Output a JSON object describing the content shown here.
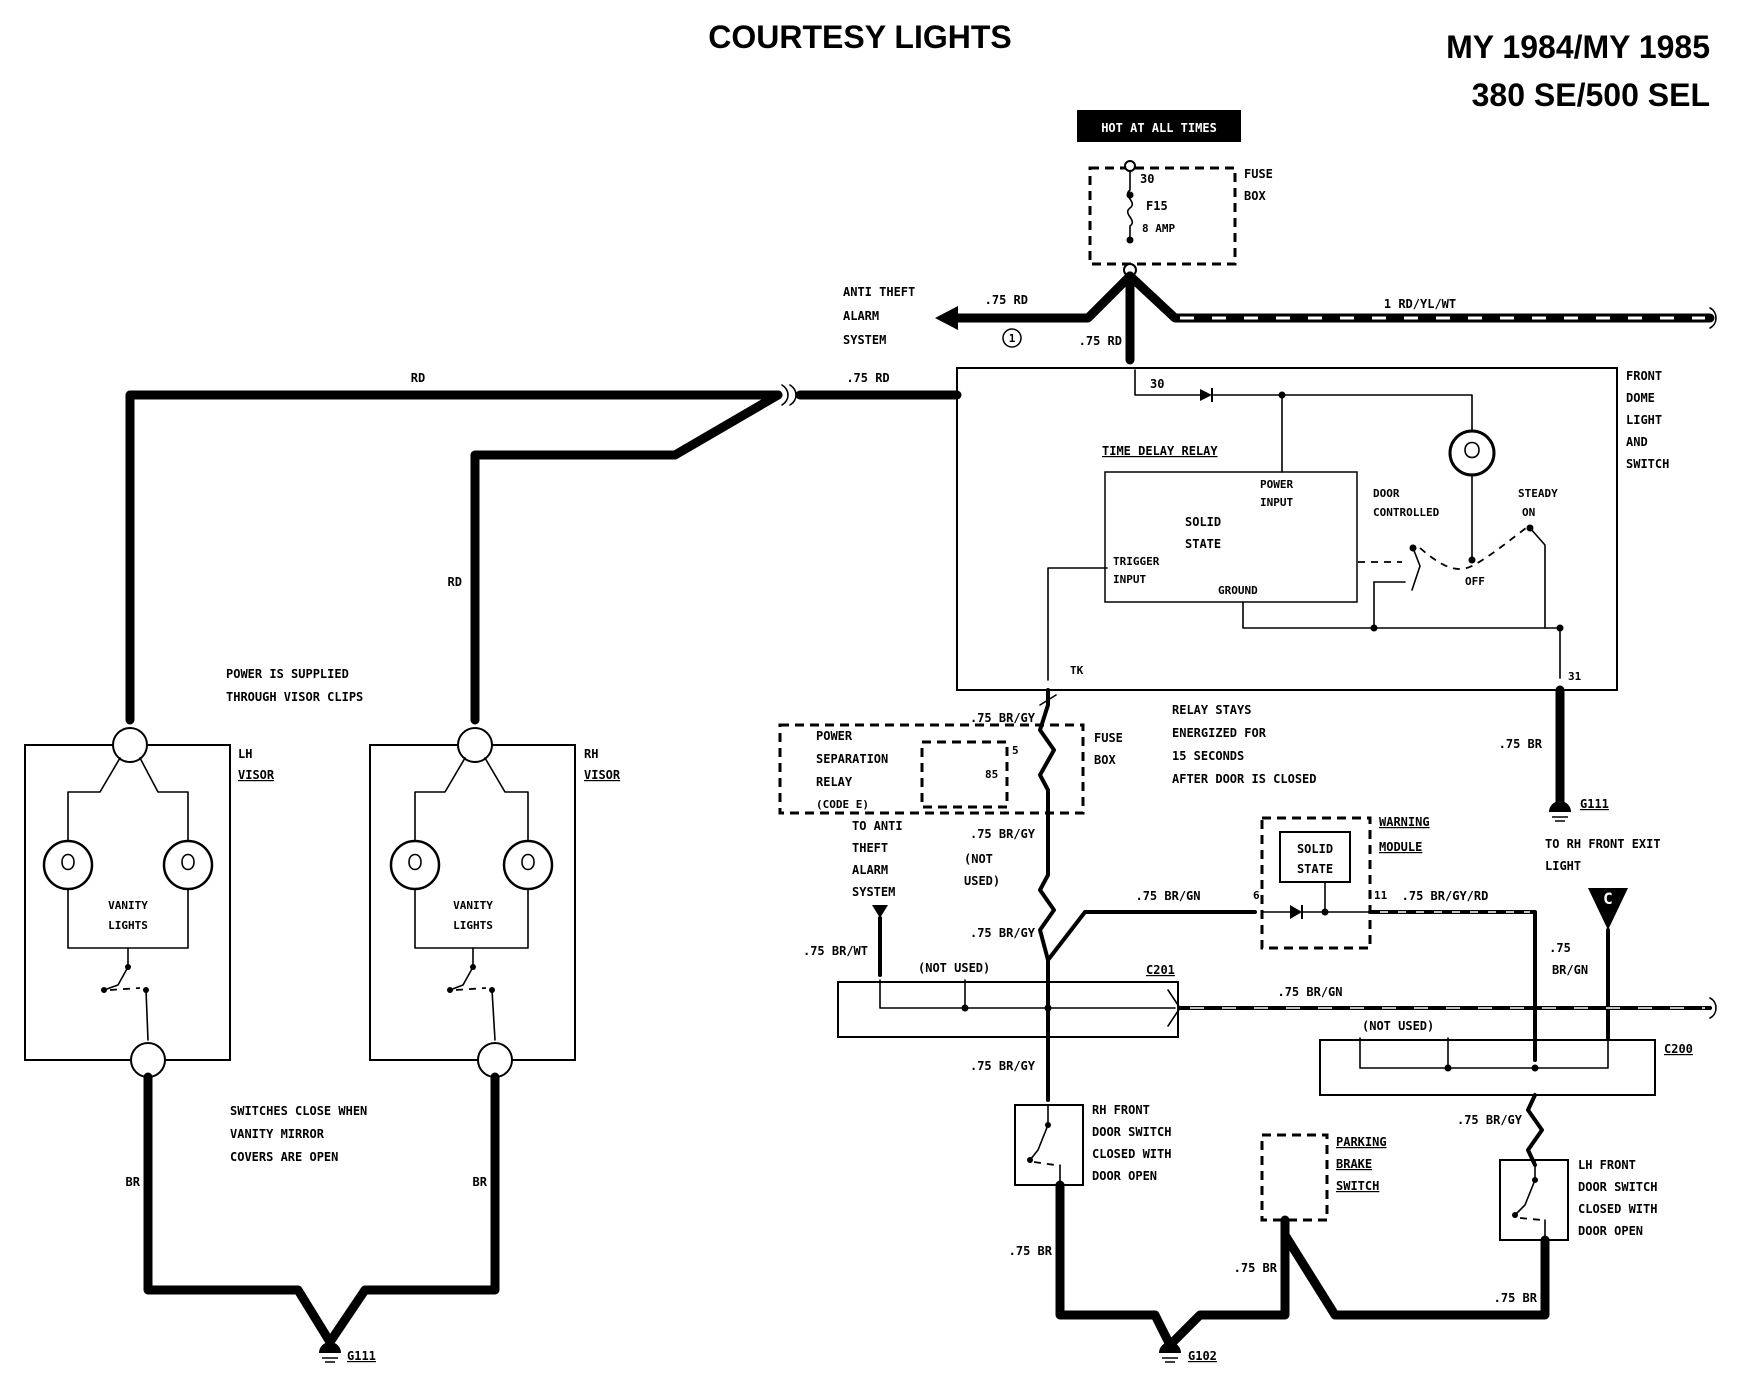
{
  "header": {
    "title": "COURTESY LIGHTS",
    "model_years": "MY 1984/MY 1985",
    "models": "380 SE/500 SEL"
  },
  "power": {
    "hot_label": "HOT AT ALL TIMES",
    "fuse_box_label_1": "FUSE",
    "fuse_box_label_2": "BOX",
    "fuse_name": "F15",
    "fuse_rating": "8 AMP",
    "terminal_30": "30"
  },
  "wires": {
    "rd_075_left": ".75 RD",
    "rd_075_down": ".75 RD",
    "rd_yl_wt": "1 RD/YL/WT",
    "rd_top": "RD",
    "rd_075_mid": ".75 RD",
    "rd_vertical": "RD",
    "br_gy_1": ".75 BR/GY",
    "br_gy_2": ".75 BR/GY",
    "br_gy_3": ".75 BR/GY",
    "br_gy_4": ".75 BR/GY",
    "br_gy_5": ".75 BR/GY",
    "br_gn": ".75 BR/GN",
    "br_gy_rd": ".75 BR/GY/RD",
    "br_gn_c201": ".75 BR/GN",
    "br_gn_vert_1": ".75",
    "br_gn_vert_2": "BR/GN",
    "br_wt": ".75 BR/WT",
    "br_g111": ".75 BR",
    "br_left_1": "BR",
    "br_left_2": "BR",
    "br_bottom_1": ".75 BR",
    "br_bottom_2": ".75 BR",
    "br_bottom_3": ".75 BR"
  },
  "anti_theft": {
    "line1": "ANTI THEFT",
    "line2": "ALARM",
    "line3": "SYSTEM",
    "note_number": "1"
  },
  "dome": {
    "label": [
      "FRONT",
      "DOME",
      "LIGHT",
      "AND",
      "SWITCH"
    ],
    "terminal_30": "30",
    "relay_title": "TIME DELAY RELAY",
    "power_input_1": "POWER",
    "power_input_2": "INPUT",
    "solid_1": "SOLID",
    "solid_2": "STATE",
    "trigger_1": "TRIGGER",
    "trigger_2": "INPUT",
    "ground": "GROUND",
    "door_controlled_1": "DOOR",
    "door_controlled_2": "CONTROLLED",
    "steady_1": "STEADY",
    "steady_2": "ON",
    "off": "OFF",
    "tk": "TK",
    "terminal_31": "31"
  },
  "relay_note": {
    "line1": "RELAY STAYS",
    "line2": "ENERGIZED FOR",
    "line3": "15 SECONDS",
    "line4": "AFTER DOOR IS CLOSED"
  },
  "power_sep": {
    "line1": "POWER",
    "line2": "SEPARATION",
    "line3": "RELAY",
    "line4": "(CODE E)",
    "pin5": "5",
    "pin85": "85",
    "fuse_box_1": "FUSE",
    "fuse_box_2": "BOX"
  },
  "to_anti_theft": {
    "line1": "TO ANTI",
    "line2": "THEFT",
    "line3": "ALARM",
    "line4": "SYSTEM"
  },
  "not_used_1": "(NOT",
  "not_used_2": "USED)",
  "not_used_c201": "(NOT USED)",
  "not_used_c200": "(NOT USED)",
  "c201": "C201",
  "c200": "C200",
  "warning": {
    "line1": "WARNING",
    "line2": "MODULE",
    "solid_1": "SOLID",
    "solid_2": "STATE",
    "pin6": "6",
    "pin11": "11"
  },
  "g111_right": "G111",
  "rh_front_exit_1": "TO RH FRONT EXIT",
  "rh_front_exit_2": "LIGHT",
  "c_marker": "C",
  "visors": {
    "power_note_1": "POWER IS SUPPLIED",
    "power_note_2": "THROUGH VISOR CLIPS",
    "lh_1": "LH",
    "lh_2": "VISOR",
    "rh_1": "RH",
    "rh_2": "VISOR",
    "vanity_1": "VANITY",
    "vanity_2": "LIGHTS",
    "switch_note_1": "SWITCHES CLOSE WHEN",
    "switch_note_2": "VANITY MIRROR",
    "switch_note_3": "COVERS ARE OPEN",
    "g111": "G111"
  },
  "rh_door": {
    "line1": "RH FRONT",
    "line2": "DOOR SWITCH",
    "line3": "CLOSED WITH",
    "line4": "DOOR OPEN"
  },
  "lh_door": {
    "line1": "LH FRONT",
    "line2": "DOOR SWITCH",
    "line3": "CLOSED WITH",
    "line4": "DOOR OPEN"
  },
  "parking": {
    "line1": "PARKING",
    "line2": "BRAKE",
    "line3": "SWITCH"
  },
  "g102": "G102"
}
